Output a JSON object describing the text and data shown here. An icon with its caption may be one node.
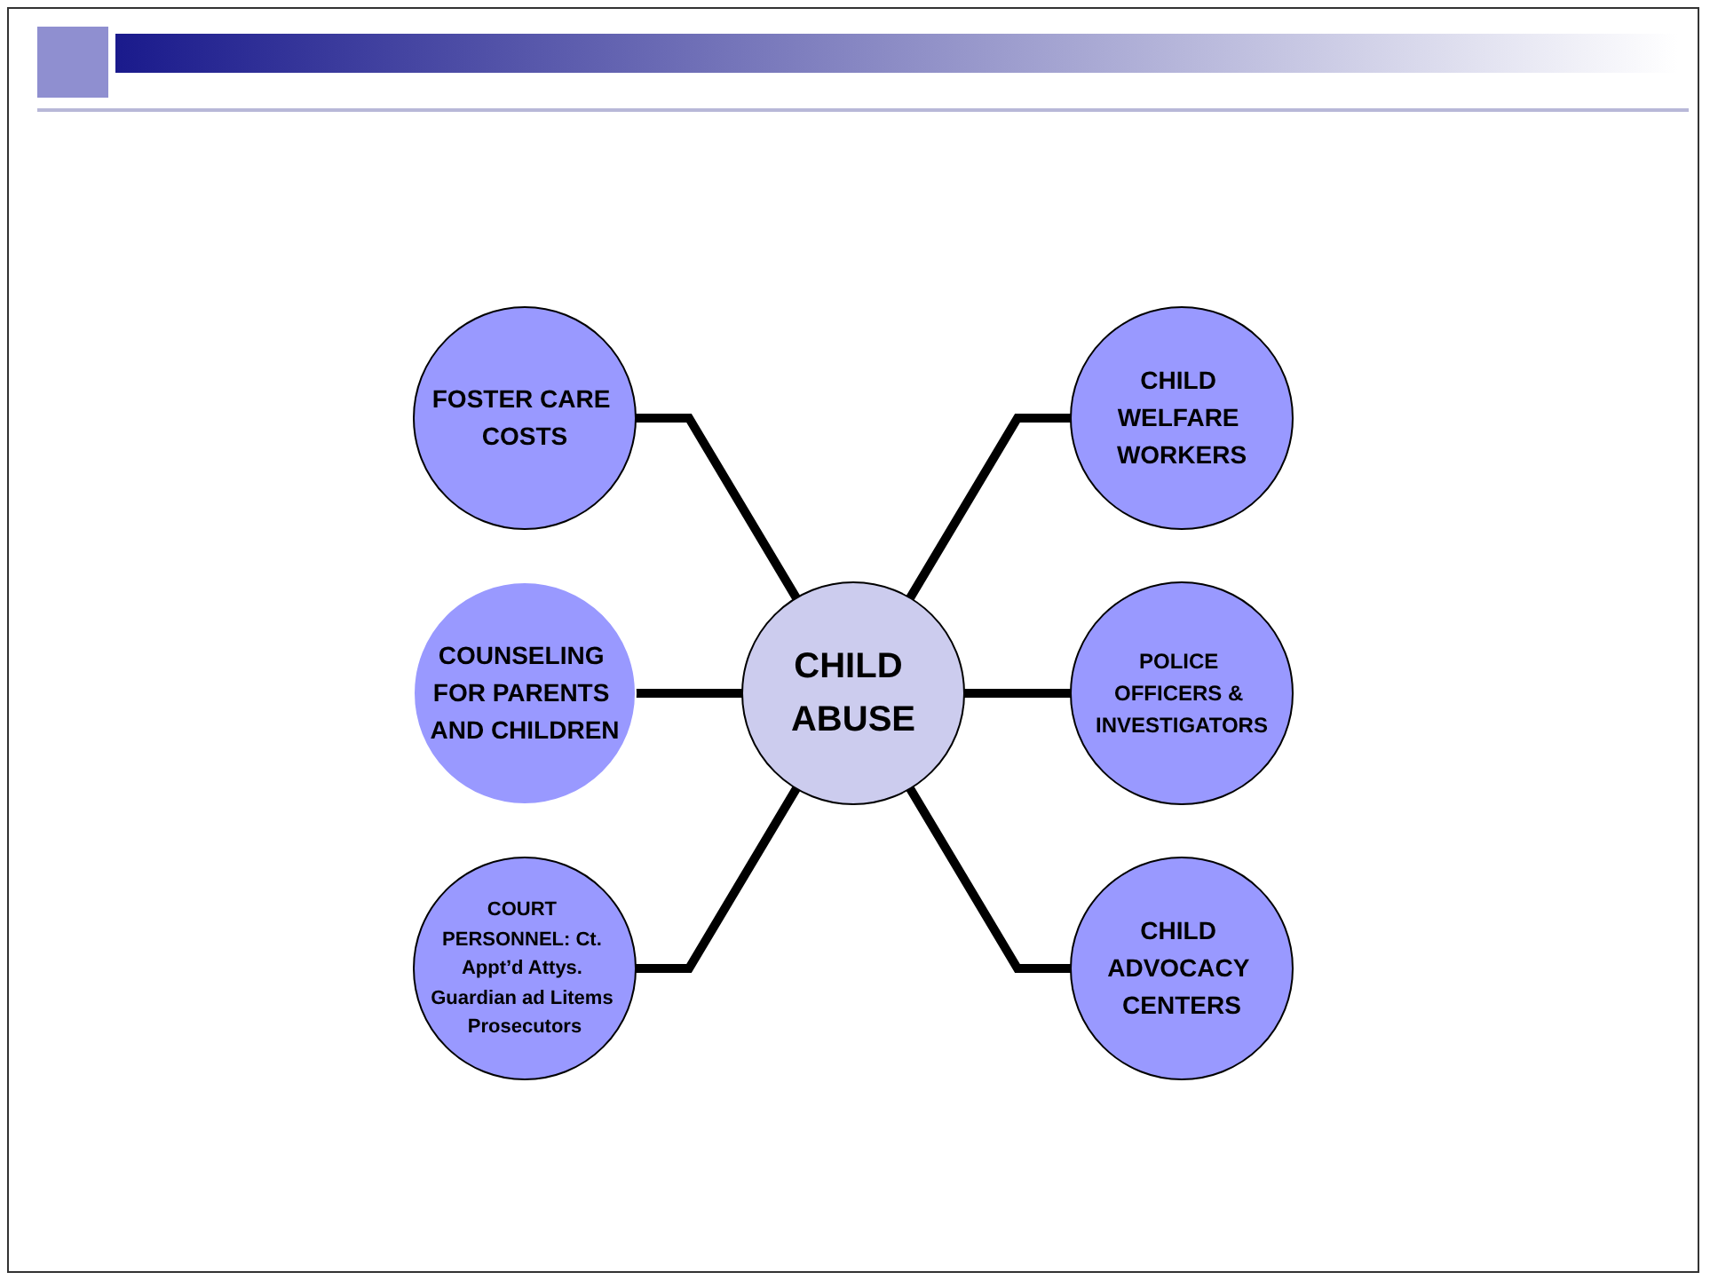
{
  "diagram": {
    "nodes": [
      {
        "text": [
          "CHILD ABUSE"
        ]
      },
      {
        "text": [
          "FOSTER CARE COSTS"
        ]
      },
      {
        "text": [
          "CHILD WELFARE WORKERS"
        ]
      },
      {
        "text": [
          "POLICE OFFICERS & INVESTIGATORS"
        ]
      },
      {
        "text": [
          "CHILD ADVOCACY CENTERS"
        ]
      },
      {
        "text": [
          "COUNSELING FOR PARENTS AND CHILDREN"
        ]
      },
      {
        "text": [
          "COURT PERSONNEL: Ct. Appt’d Attys. Guardian ad Litems Prosecutors"
        ]
      }
    ],
    "edges": [
      {
        "from": 1,
        "to": 0,
        "arrow": "none"
      },
      {
        "from": 0,
        "to": 2,
        "arrow": "none"
      },
      {
        "from": 0,
        "to": 3,
        "arrow": "none"
      },
      {
        "from": 0,
        "to": 4,
        "arrow": "none"
      },
      {
        "from": 5,
        "to": 0,
        "arrow": "none"
      },
      {
        "from": 6,
        "to": 0,
        "arrow": "none"
      }
    ]
  }
}
